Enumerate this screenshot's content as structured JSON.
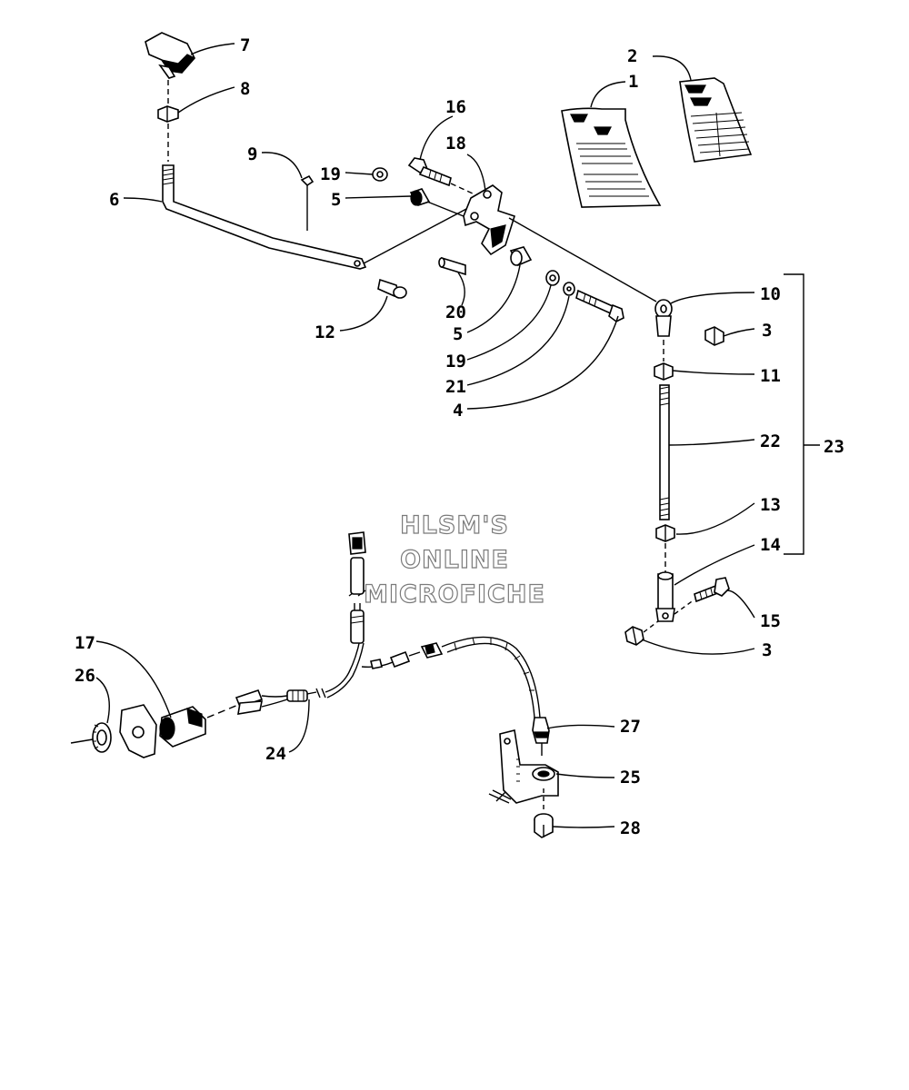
{
  "watermark": {
    "line1": "HLSM'S",
    "line2": "ONLINE",
    "line3": "MICROFICHE"
  },
  "callouts": {
    "c1": "1",
    "c2": "2",
    "c3a": "3",
    "c3b": "3",
    "c4": "4",
    "c5a": "5",
    "c5b": "5",
    "c6": "6",
    "c7": "7",
    "c8": "8",
    "c9": "9",
    "c10": "10",
    "c11": "11",
    "c12": "12",
    "c13": "13",
    "c14": "14",
    "c15": "15",
    "c16": "16",
    "c17": "17",
    "c18": "18",
    "c19a": "19",
    "c19b": "19",
    "c20": "20",
    "c21": "21",
    "c22": "22",
    "c23": "23",
    "c24": "24",
    "c25": "25",
    "c26": "26",
    "c27": "27",
    "c28": "28"
  }
}
